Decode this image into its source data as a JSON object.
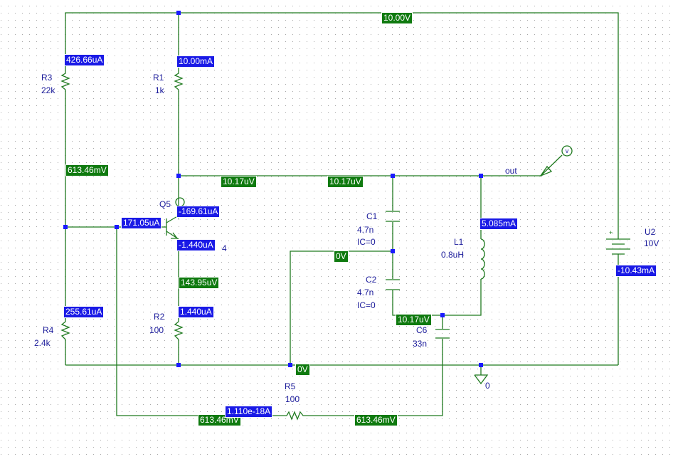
{
  "components": {
    "R3": {
      "ref": "R3",
      "value": "22k"
    },
    "R1": {
      "ref": "R1",
      "value": "1k"
    },
    "R4": {
      "ref": "R4",
      "value": "2.4k"
    },
    "R2": {
      "ref": "R2",
      "value": "100"
    },
    "R5": {
      "ref": "R5",
      "value": "100"
    },
    "Q5": {
      "ref": "Q5",
      "suffix": "4"
    },
    "C1": {
      "ref": "C1",
      "value": "4.7n",
      "ic": "IC=0"
    },
    "C2": {
      "ref": "C2",
      "value": "4.7n",
      "ic": "IC=0"
    },
    "C6": {
      "ref": "C6",
      "value": "33n"
    },
    "L1": {
      "ref": "L1",
      "value": "0.8uH"
    },
    "U2": {
      "ref": "U2",
      "value": "10V",
      "plus": "+"
    },
    "ground": {
      "label": "0"
    },
    "net_out": {
      "label": "out"
    },
    "probe": {
      "symbol": "v"
    }
  },
  "voltage_tags": {
    "top_rail": "10.00V",
    "bias_node": "613.46mV",
    "collector_left": "10.17uV",
    "collector_right": "10.17uV",
    "c1_c2_node": "0V",
    "emitter": "143.95uV",
    "tank_bottom": "10.17uV",
    "ground_rail": "0V",
    "r5_left": "613.46mV",
    "r5_right": "613.46mV"
  },
  "current_tags": {
    "r3": "426.66uA",
    "r1": "10.00mA",
    "base": "171.05uA",
    "q_collector": "-169.61uA",
    "q_emitter": "-1.440uA",
    "l1": "5.085mA",
    "u2": "-10.43mA",
    "r4": "255.61uA",
    "r2": "1.440uA",
    "r5": "1.110e-18A"
  },
  "colors": {
    "wire": "#1f7a1f",
    "voltage_tag": "#0f7a0f",
    "current_tag": "#1a1ae6",
    "grid_dot": "#a8a8a8",
    "junction": "#1a1aff"
  }
}
